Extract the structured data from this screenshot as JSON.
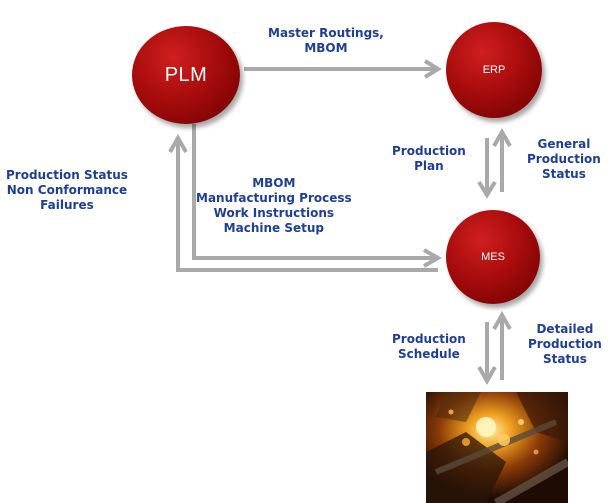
{
  "diagram": {
    "nodes": {
      "plm": "PLM",
      "erp": "ERP",
      "mes": "MES"
    },
    "edges": {
      "plm_to_erp": [
        "Master Routings,",
        "MBOM"
      ],
      "mes_to_plm": [
        "Production Status",
        "Non Conformance",
        "Failures"
      ],
      "plm_to_mes": [
        "MBOM",
        "Manufacturing Process",
        "Work Instructions",
        "Machine Setup"
      ],
      "erp_to_mes": [
        "Production",
        "Plan"
      ],
      "mes_to_erp": [
        "General",
        "Production",
        "Status"
      ],
      "mes_to_floor": [
        "Production",
        "Schedule"
      ],
      "floor_to_mes": [
        "Detailed",
        "Production",
        "Status"
      ]
    },
    "colors": {
      "label_text": "#1f3f92",
      "arrow": "#a9a9a9",
      "node_light": "#d01f1f",
      "node_dark": "#6a0000"
    },
    "icons": {
      "factory_floor": "factory-floor-photo"
    }
  }
}
